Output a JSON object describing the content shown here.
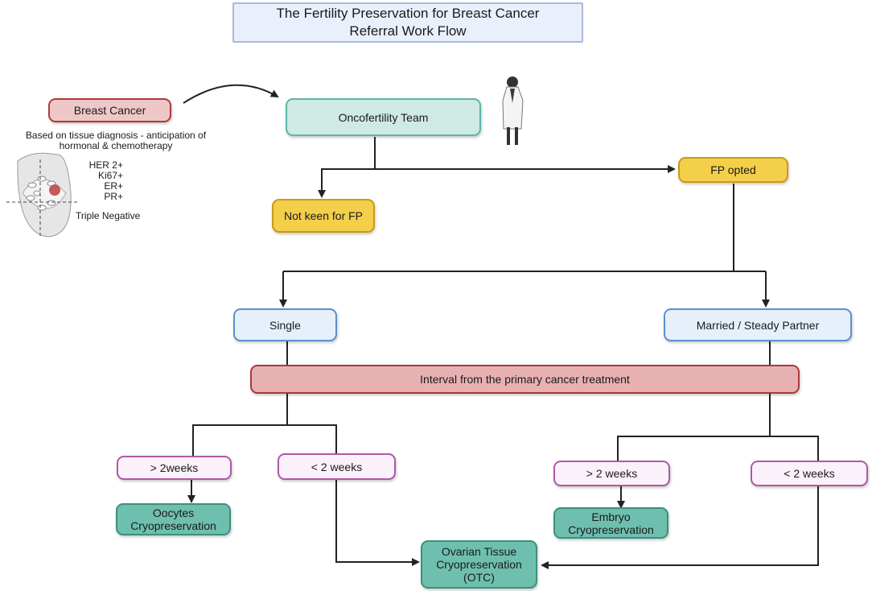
{
  "title": {
    "line1": "The Fertility Preservation for Breast Cancer",
    "line2": "Referral Work Flow"
  },
  "left_panel": {
    "breast_cancer": "Breast Cancer",
    "diagnosis_line1": "Based on tissue diagnosis - anticipation of",
    "diagnosis_line2": "hormonal & chemotherapy",
    "markers": [
      "HER 2+",
      "Ki67+",
      "ER+",
      "PR+"
    ],
    "triple_negative": "Triple Negative"
  },
  "nodes": {
    "oncofertility_team": "Oncofertility Team",
    "fp_opted": "FP opted",
    "not_keen": "Not keen for FP",
    "single": "Single",
    "married": "Married / Steady Partner",
    "interval": "Interval from the primary cancer treatment",
    "single_gt": "> 2weeks",
    "single_lt": "< 2 weeks",
    "married_gt": "> 2 weeks",
    "married_lt": "< 2 weeks",
    "oocytes_line1": "Oocytes",
    "oocytes_line2": "Cryopreservation",
    "embryo_line1": "Embryo",
    "embryo_line2": "Cryopreservation",
    "otc_line1": "Ovarian Tissue",
    "otc_line2": "Cryopreservation",
    "otc_line3": "(OTC)"
  },
  "icons": [
    "doctor-figure-icon",
    "breast-anatomy-icon"
  ],
  "colors": {
    "title_fill": "#eaf0fb",
    "breast_cancer_fill": "#eec8c8",
    "team_fill": "#cfe9e3",
    "fp_fill": "#f3cf4a",
    "status_fill": "#e6f0fb",
    "interval_fill": "#e8b1b1",
    "time_fill": "#fbf1fa",
    "outcome_fill": "#6fbfae"
  }
}
